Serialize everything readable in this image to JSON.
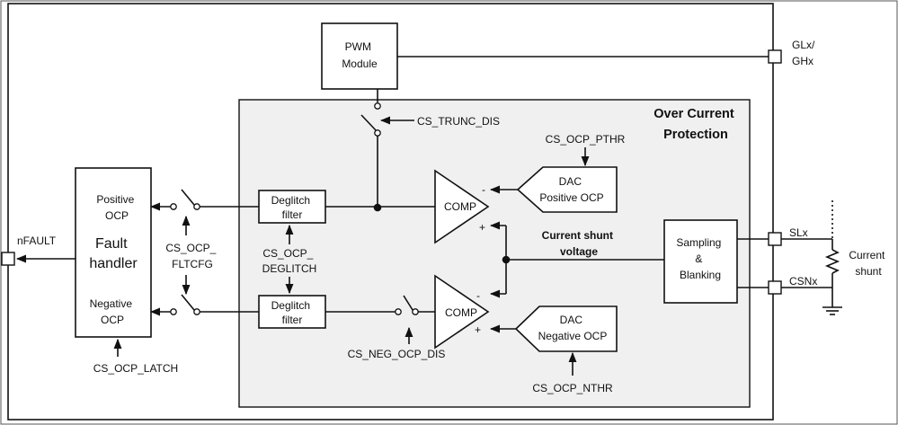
{
  "pins": {
    "gate": [
      "GLx/",
      "GHx"
    ],
    "sl": "SLx",
    "csn": "CSNx",
    "nfault": "nFAULT"
  },
  "blocks": {
    "pwm": [
      "PWM",
      "Module"
    ],
    "ocp_title": [
      "Over Current",
      "Protection"
    ],
    "fault_handler": [
      "Fault",
      "handler"
    ],
    "positive_ocp": [
      "Positive",
      "OCP"
    ],
    "negative_ocp": [
      "Negative",
      "OCP"
    ],
    "deglitch_top": [
      "Deglitch",
      "filter"
    ],
    "deglitch_bottom": [
      "Deglitch",
      "filter"
    ],
    "comp_top": "COMP",
    "comp_bottom": "COMP",
    "dac_pos": [
      "DAC",
      "Positive OCP"
    ],
    "dac_neg": [
      "DAC",
      "Negative OCP"
    ],
    "sampling": [
      "Sampling",
      "&",
      "Blanking"
    ]
  },
  "signals": {
    "cs_trunc_dis": "CS_TRUNC_DIS",
    "cs_ocp_pthr": "CS_OCP_PTHR",
    "cs_ocp_nthr": "CS_OCP_NTHR",
    "cs_ocp_fltcfg": [
      "CS_OCP_",
      "FLTCFG"
    ],
    "cs_ocp_deglitch": [
      "CS_OCP_",
      "DEGLITCH"
    ],
    "cs_neg_ocp_dis": "CS_NEG_OCP_DIS",
    "cs_ocp_latch": "CS_OCP_LATCH",
    "current_shunt_voltage": [
      "Current shunt",
      "voltage"
    ],
    "current_shunt": [
      "Current",
      "shunt"
    ]
  },
  "comparator_inputs": {
    "minus": "-",
    "plus": "+"
  }
}
